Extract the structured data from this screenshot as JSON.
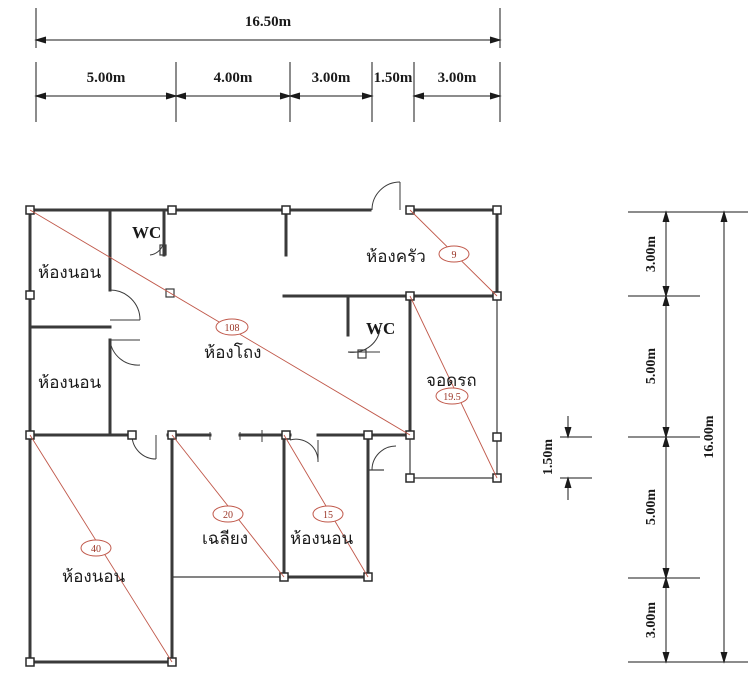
{
  "dimensions": {
    "top_total": "16.50m",
    "top_segments": [
      "5.00m",
      "4.00m",
      "3.00m",
      "1.50m",
      "3.00m"
    ],
    "right_total": "16.00m",
    "right_segments": [
      "3.00m",
      "5.00m",
      "5.00m",
      "3.00m"
    ],
    "middle_small": "1.50m"
  },
  "rooms": {
    "bedroom_top_left": "ห้องนอน",
    "bedroom_mid_left": "ห้องนอน",
    "bedroom_bottom_left": "ห้องนอน",
    "bedroom_bottom_right": "ห้องนอน",
    "kitchen": "ห้องครัว",
    "hall": "ห้องโถง",
    "carport": "จอดรถ",
    "terrace": "เฉลียง",
    "wc_left": "WC",
    "wc_right": "WC"
  },
  "areas": {
    "kitchen": "9",
    "hall": "108",
    "carport": "19.5",
    "bedroom_bottom_left": "40",
    "terrace": "20",
    "bedroom_bottom_right": "15"
  },
  "colors": {
    "line": "#1a1a1a",
    "wall": "#3a3a3a",
    "diagonal": "#c0584a",
    "area_text": "#9a3324"
  }
}
